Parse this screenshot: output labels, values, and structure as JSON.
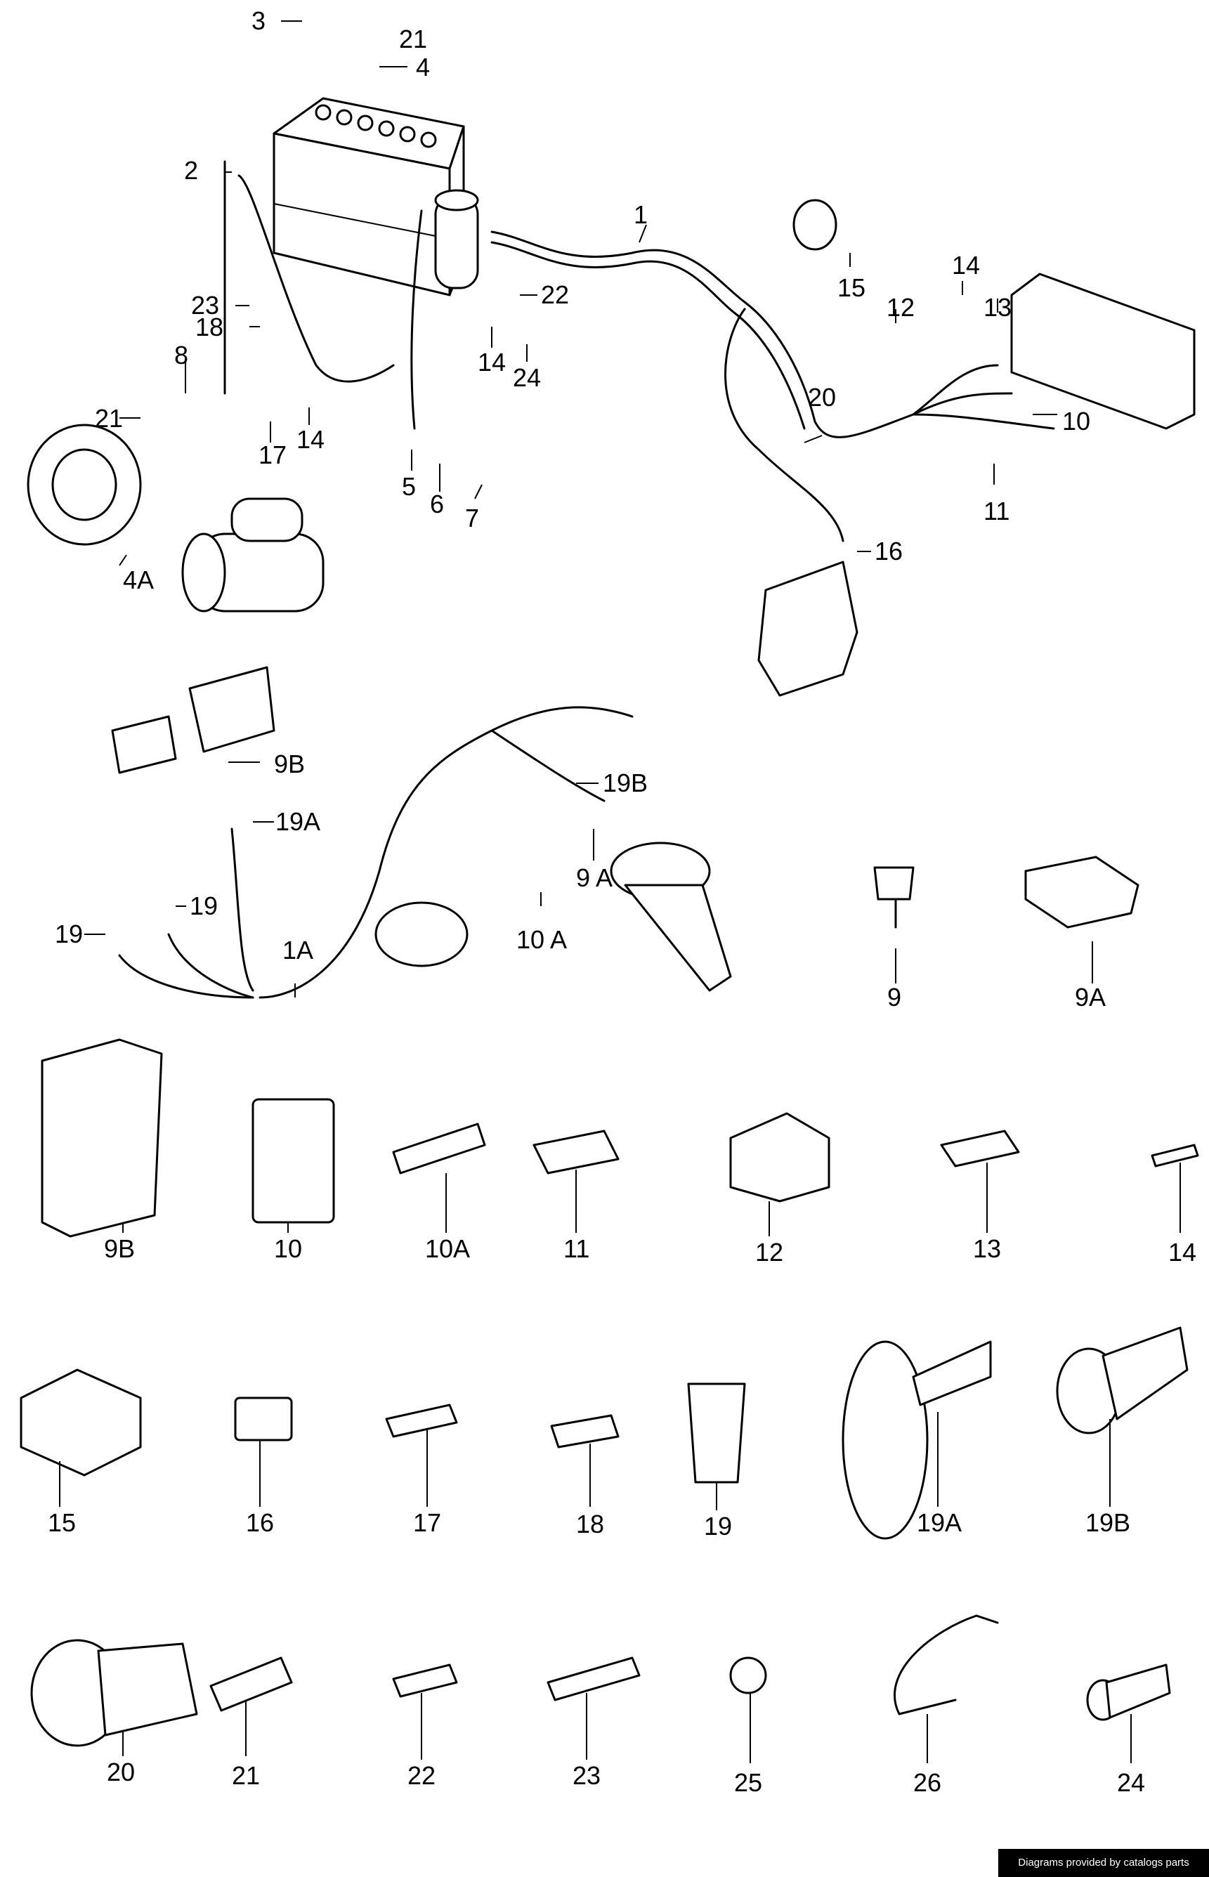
{
  "credit": "Diagrams provided by catalogs parts",
  "callouts": {
    "c1": "1",
    "c1A": "1A",
    "c2": "2",
    "c3": "3",
    "c4": "4",
    "c4A": "4A",
    "c5": "5",
    "c6": "6",
    "c7": "7",
    "c8": "8",
    "c9A_main": "9 A",
    "c9B_main": "9B",
    "c10_main": "10",
    "c10A_main": "10 A",
    "c11_main": "11",
    "c12_main": "12",
    "c13_main": "13",
    "c14_a": "14",
    "c14_b": "14",
    "c14_c": "14",
    "c15_main": "15",
    "c16_main": "16",
    "c17_main": "17",
    "c18_main": "18",
    "c19_a": "19",
    "c19_b": "19",
    "c19A_main": "19A",
    "c19B_main": "19B",
    "c20_main": "20",
    "c21_a": "21",
    "c21_b": "21",
    "c22_main": "22",
    "c23_main": "23",
    "c24_main": "24"
  },
  "parts": {
    "p9": "9",
    "p9A": "9A",
    "p9B": "9B",
    "p10": "10",
    "p10A": "10A",
    "p11": "11",
    "p12": "12",
    "p13": "13",
    "p14": "14",
    "p15": "15",
    "p16": "16",
    "p17": "17",
    "p18": "18",
    "p19": "19",
    "p19A": "19A",
    "p19B": "19B",
    "p20": "20",
    "p21": "21",
    "p22": "22",
    "p23": "23",
    "p25": "25",
    "p26": "26",
    "p24": "24"
  }
}
